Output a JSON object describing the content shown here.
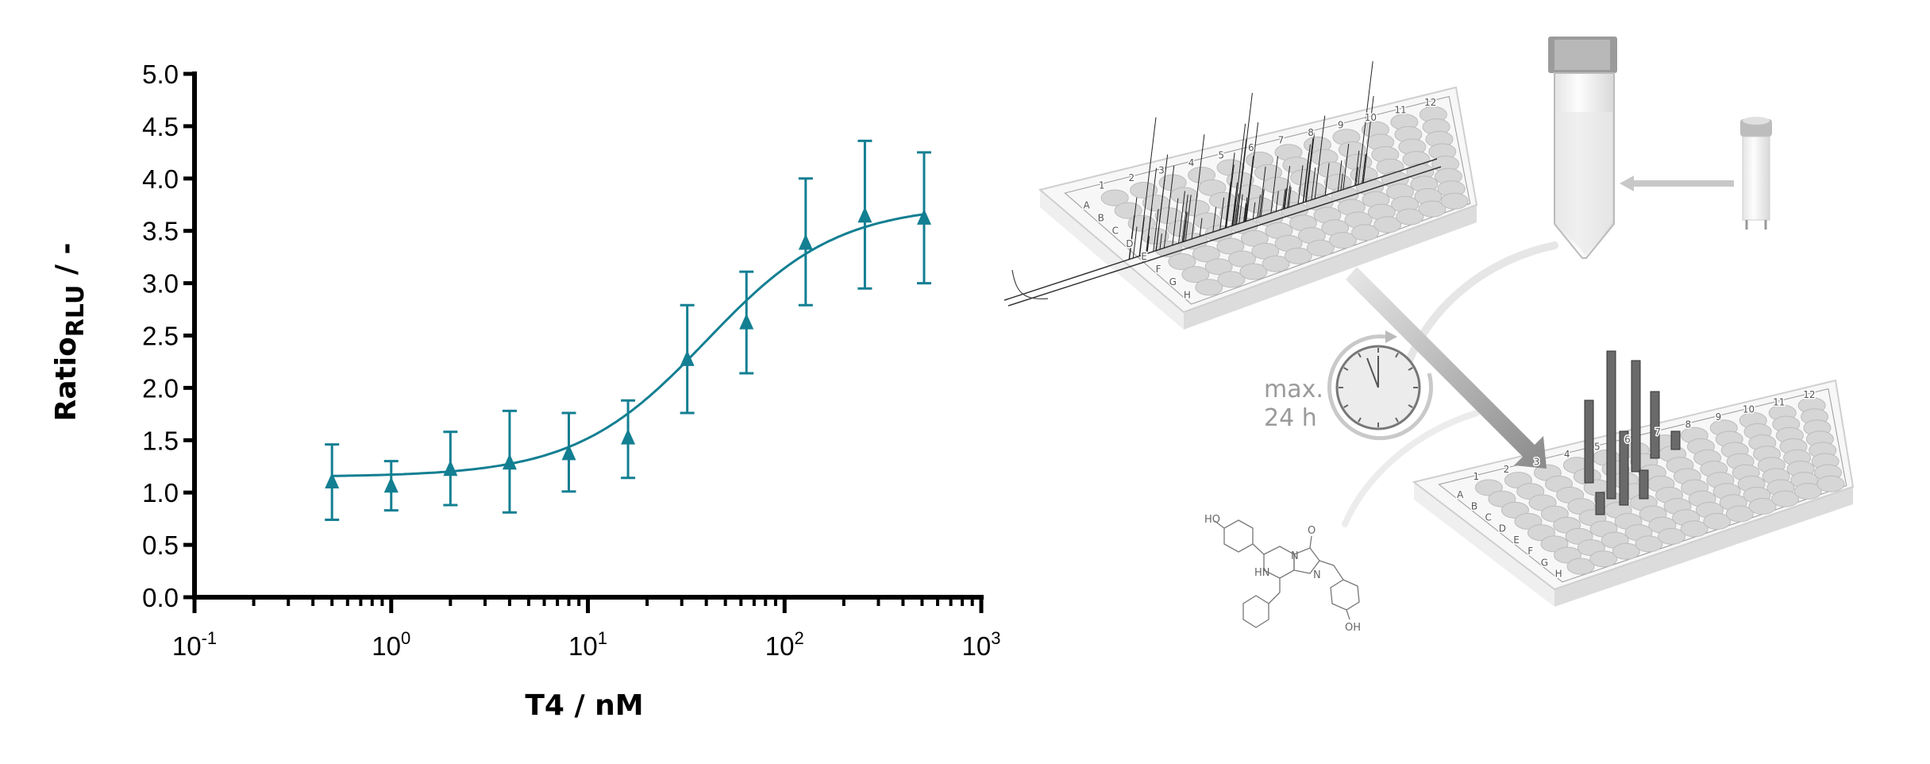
{
  "chart_data": {
    "type": "scatter",
    "xscale": "log",
    "xlabel": "T4  / nM",
    "ylabel_main": "Ratio",
    "ylabel_sub": "RLU",
    "ylabel_unit": " / -",
    "xlim": [
      0.1,
      1000
    ],
    "ylim": [
      0,
      5
    ],
    "grid": false,
    "xticks": [
      {
        "base": "10",
        "exp": "-1",
        "value": 0.1
      },
      {
        "base": "10",
        "exp": "0",
        "value": 1
      },
      {
        "base": "10",
        "exp": "1",
        "value": 10
      },
      {
        "base": "10",
        "exp": "2",
        "value": 100
      },
      {
        "base": "10",
        "exp": "3",
        "value": 1000
      }
    ],
    "yticks": [
      "0.0",
      "0.5",
      "1.0",
      "1.5",
      "2.0",
      "2.5",
      "3.0",
      "3.5",
      "4.0",
      "4.5",
      "5.0"
    ],
    "series": [
      {
        "name": "T4",
        "marker": "triangle",
        "color": "#137f92",
        "x": [
          0.5,
          1,
          2,
          4,
          8,
          16,
          32,
          64,
          128,
          256,
          512
        ],
        "y": [
          1.1,
          1.06,
          1.22,
          1.28,
          1.37,
          1.52,
          2.27,
          2.62,
          3.38,
          3.64,
          3.62
        ],
        "err_upper": [
          1.46,
          1.3,
          1.58,
          1.78,
          1.76,
          1.88,
          2.79,
          3.11,
          4.0,
          4.36,
          4.25
        ],
        "err_lower": [
          0.74,
          0.83,
          0.88,
          0.81,
          1.01,
          1.14,
          1.76,
          2.14,
          2.79,
          2.95,
          3.0
        ]
      }
    ],
    "fit": {
      "type": "4PL",
      "bottom": 1.15,
      "top": 3.75,
      "ec50": 40,
      "hill": 1.3
    }
  },
  "illustration": {
    "clock_text_1": "max.",
    "clock_text_2": "24 h",
    "plate_rows": [
      "A",
      "B",
      "C",
      "D",
      "E",
      "F",
      "G",
      "H"
    ],
    "plate_cols": [
      "1",
      "2",
      "3",
      "4",
      "5",
      "6",
      "7",
      "8",
      "9",
      "10",
      "11",
      "12"
    ],
    "molecule_labels": {
      "ho": "HO",
      "o": "O",
      "n1": "N",
      "hn": "HN",
      "n2": "N",
      "oh": "OH"
    }
  }
}
